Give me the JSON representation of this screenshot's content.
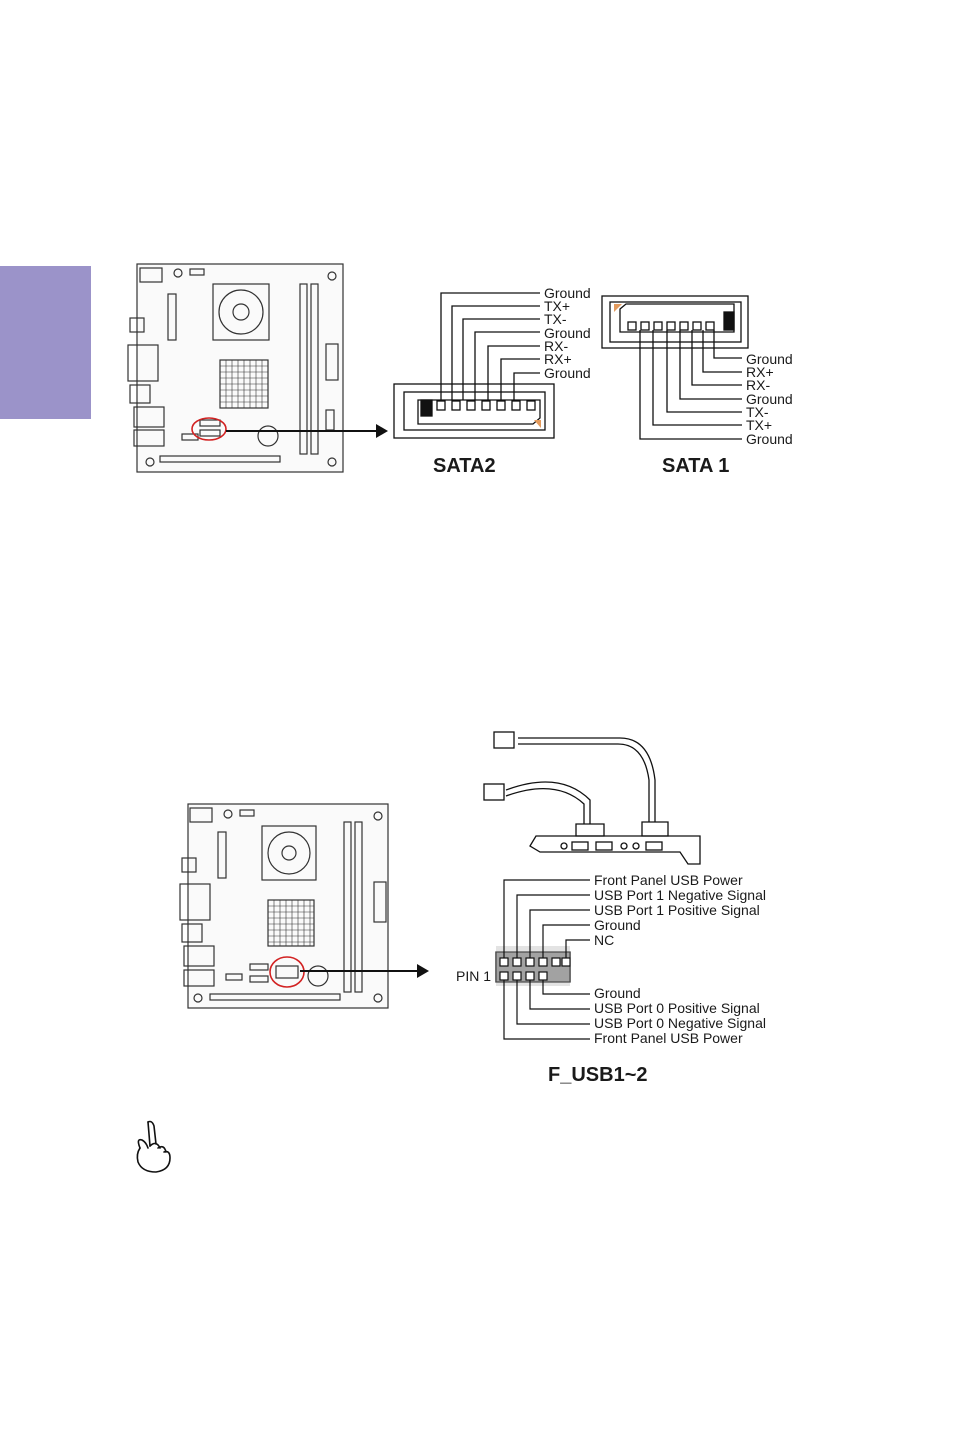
{
  "colors": {
    "side_tab": "#9b93c9",
    "board_line": "#333333",
    "accent_red": "#d22222"
  },
  "sata": {
    "sata2_pins": [
      "Ground",
      "TX+",
      "TX-",
      "Ground",
      "RX-",
      "RX+",
      "Ground"
    ],
    "sata1_pins": [
      "Ground",
      "RX+",
      "RX-",
      "Ground",
      "TX-",
      "TX+",
      "Ground"
    ],
    "sata2_caption": "SATA2",
    "sata1_caption": "SATA 1"
  },
  "usb": {
    "top_pins": [
      "Front Panel USB Power",
      "USB Port 1 Negative Signal",
      "USB Port 1 Positive Signal",
      "Ground",
      "NC"
    ],
    "bottom_pins": [
      "Ground",
      "USB Port 0 Positive Signal",
      "USB Port 0 Negative Signal",
      "Front Panel USB Power"
    ],
    "pin1_label": "PIN 1",
    "caption": "F_USB1~2"
  },
  "icons": {
    "note": "pointing-hand-icon"
  }
}
